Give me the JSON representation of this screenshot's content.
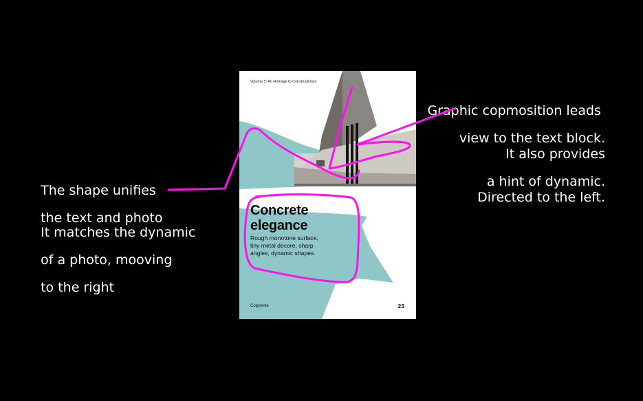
{
  "colors": {
    "background": "#000000",
    "annotation_stroke": "#ff10f0",
    "teal_shape": "#8fc6c8",
    "concrete": "#8a8580"
  },
  "left_notes": {
    "note1": [
      "The shape unifies",
      "the text and photo"
    ],
    "note2": [
      "It matches the dynamic",
      "of a photo, mooving",
      "to the right"
    ]
  },
  "right_notes": {
    "note1": [
      "Graphic copmosition leads ",
      "view to the text block."
    ],
    "note2": [
      "It also provides",
      "a hint of dynamic."
    ],
    "note3": [
      "Directed to the left."
    ]
  },
  "magazine_page": {
    "volume": "Volume 5: An Homage to Constructivism",
    "headline": [
      "Concrete",
      "elegance"
    ],
    "body": [
      "Rough monotone surface,",
      "tiny metal decore, sharp",
      "angles, dynamic shapes."
    ],
    "footer_left": "Copywrite",
    "page_number": "23",
    "photo": "concrete architecture photo"
  }
}
